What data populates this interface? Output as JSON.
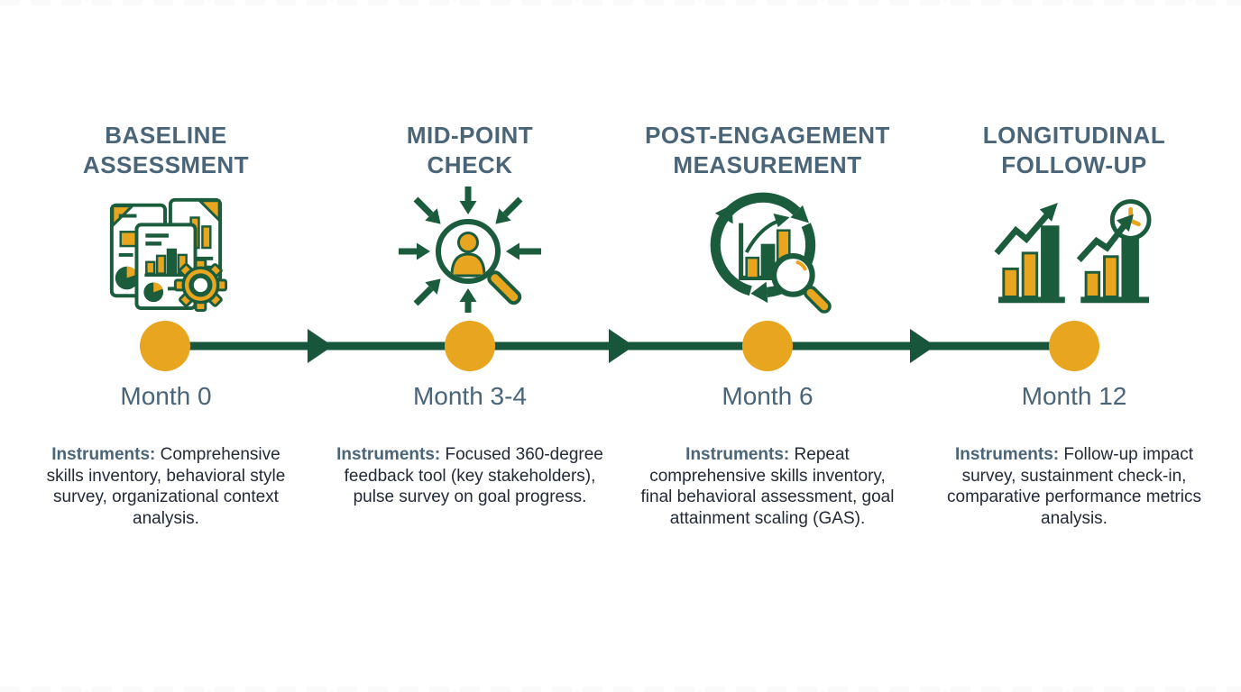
{
  "colors": {
    "green": "#17563A",
    "orange": "#E8A51F",
    "heading": "#4A6478",
    "body_text": "#232A38",
    "background": "#FFFFFF"
  },
  "stages": [
    {
      "title_line1": "BASELINE",
      "title_line2": "ASSESSMENT",
      "icon": "documents-reports-gear-icon",
      "month": "Month 0",
      "instruments_label": "Instruments:",
      "instruments_text": "Comprehensive skills inventory, behavioral style survey, organizational context analysis."
    },
    {
      "title_line1": "MID-POINT",
      "title_line2": "CHECK",
      "icon": "360-feedback-magnifier-icon",
      "month": "Month 3-4",
      "instruments_label": "Instruments:",
      "instruments_text": "Focused 360-degree feedback tool (key stakeholders), pulse survey on goal progress."
    },
    {
      "title_line1": "POST-ENGAGEMENT",
      "title_line2": "MEASUREMENT",
      "icon": "cycle-bar-chart-magnifier-icon",
      "month": "Month 6",
      "instruments_label": "Instruments:",
      "instruments_text": "Repeat comprehensive skills inventory, final behavioral assessment, goal attainment scaling (GAS)."
    },
    {
      "title_line1": "LONGITUDINAL",
      "title_line2": "FOLLOW-UP",
      "icon": "growth-charts-clock-icon",
      "month": "Month 12",
      "instruments_label": "Instruments:",
      "instruments_text": "Follow-up impact survey, sustainment check-in, comparative performance metrics analysis."
    }
  ]
}
